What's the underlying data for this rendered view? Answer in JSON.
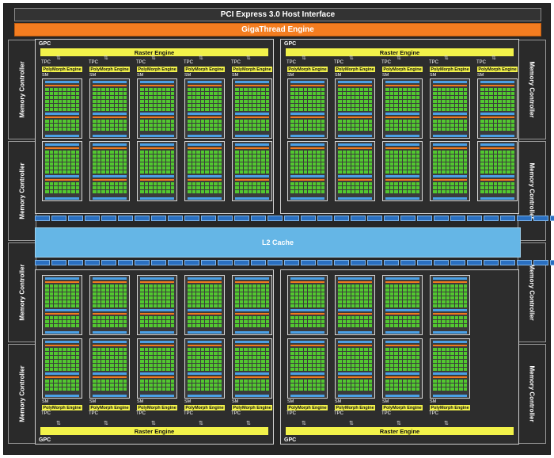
{
  "title_bar": "PCI Express 3.0 Host Interface",
  "giga_bar": "GigaThread Engine",
  "memory_controller_label": "Memory Controller",
  "gpc_label": "GPC",
  "raster_label": "Raster Engine",
  "tpc_label": "TPC",
  "polymorph_label": "PolyMorph Engine",
  "sm_label": "SM",
  "l2_label": "L2 Cache",
  "colors": {
    "background": "#262626",
    "giga": "#f47d20",
    "raster": "#f2f24a",
    "l2": "#65b6e6",
    "core": "#52c830",
    "band": "#4aa0e6"
  },
  "gpcs": [
    {
      "tpc_count": 5
    },
    {
      "tpc_count": 5
    },
    {
      "tpc_count": 5
    },
    {
      "tpc_count": 4
    }
  ]
}
